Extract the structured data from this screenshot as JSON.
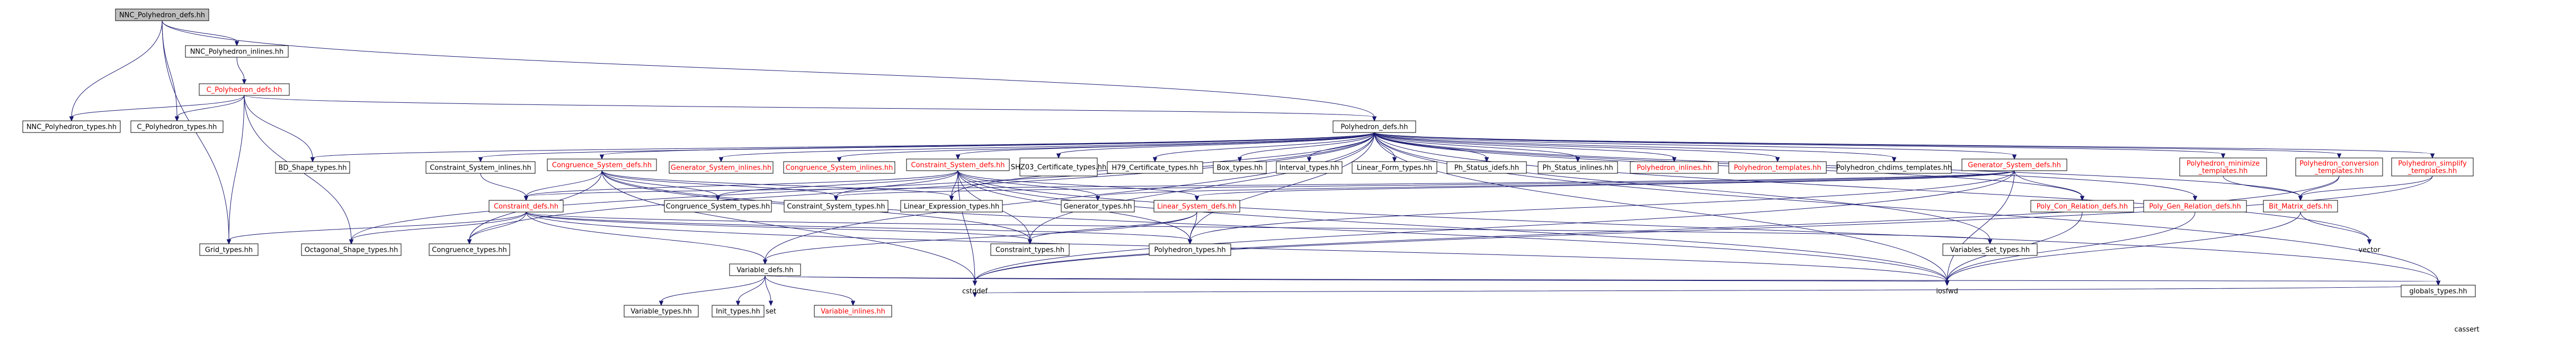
{
  "graph": {
    "nodes": [
      {
        "id": "root",
        "label": "NNC_Polyhedron_defs.hh",
        "style": "root"
      },
      {
        "id": "nncpi",
        "label": "NNC_Polyhedron_inlines.hh",
        "style": "normal"
      },
      {
        "id": "cpd",
        "label": "C_Polyhedron_defs.hh",
        "style": "red"
      },
      {
        "id": "nncpt",
        "label": "NNC_Polyhedron_types.hh",
        "style": "normal"
      },
      {
        "id": "cpt",
        "label": "C_Polyhedron_types.hh",
        "style": "normal"
      },
      {
        "id": "pd",
        "label": "Polyhedron_defs.hh",
        "style": "normal"
      },
      {
        "id": "bd",
        "label": "BD_Shape_types.hh",
        "style": "normal"
      },
      {
        "id": "csi",
        "label": "Constraint_System_inlines.hh",
        "style": "normal"
      },
      {
        "id": "congsd",
        "label": "Congruence_System_defs.hh",
        "style": "red"
      },
      {
        "id": "gsi",
        "label": "Generator_System_inlines.hh",
        "style": "red"
      },
      {
        "id": "congsi",
        "label": "Congruence_System_inlines.hh",
        "style": "red"
      },
      {
        "id": "csd",
        "label": "Constraint_System_defs.hh",
        "style": "red"
      },
      {
        "id": "shz",
        "label": "SHZ03_Certificate_types.hh",
        "style": "normal"
      },
      {
        "id": "h79",
        "label": "H79_Certificate_types.hh",
        "style": "normal"
      },
      {
        "id": "box",
        "label": "Box_types.hh",
        "style": "normal"
      },
      {
        "id": "interval",
        "label": "Interval_types.hh",
        "style": "normal"
      },
      {
        "id": "linform",
        "label": "Linear_Form_types.hh",
        "style": "normal"
      },
      {
        "id": "phsi",
        "label": "Ph_Status_idefs.hh",
        "style": "normal"
      },
      {
        "id": "phsin",
        "label": "Ph_Status_inlines.hh",
        "style": "normal"
      },
      {
        "id": "pin",
        "label": "Polyhedron_inlines.hh",
        "style": "red"
      },
      {
        "id": "ptpl",
        "label": "Polyhedron_templates.hh",
        "style": "red"
      },
      {
        "id": "pcht",
        "label": "Polyhedron_chdims_templates.hh",
        "style": "normal"
      },
      {
        "id": "gsd",
        "label": "Generator_System_defs.hh",
        "style": "red"
      },
      {
        "id": "pmin",
        "label": "Polyhedron_minimize\n_templates.hh",
        "style": "red"
      },
      {
        "id": "pconv",
        "label": "Polyhedron_conversion\n_templates.hh",
        "style": "red"
      },
      {
        "id": "psimp",
        "label": "Polyhedron_simplify\n_templates.hh",
        "style": "red"
      },
      {
        "id": "cd",
        "label": "Constraint_defs.hh",
        "style": "red"
      },
      {
        "id": "congst",
        "label": "Congruence_System_types.hh",
        "style": "normal"
      },
      {
        "id": "cst",
        "label": "Constraint_System_types.hh",
        "style": "normal"
      },
      {
        "id": "let",
        "label": "Linear_Expression_types.hh",
        "style": "normal"
      },
      {
        "id": "gt",
        "label": "Generator_types.hh",
        "style": "normal"
      },
      {
        "id": "lsd",
        "label": "Linear_System_defs.hh",
        "style": "red"
      },
      {
        "id": "pcrd",
        "label": "Poly_Con_Relation_defs.hh",
        "style": "red"
      },
      {
        "id": "pgrd",
        "label": "Poly_Gen_Relation_defs.hh",
        "style": "red"
      },
      {
        "id": "bmd",
        "label": "Bit_Matrix_defs.hh",
        "style": "red"
      },
      {
        "id": "grid",
        "label": "Grid_types.hh",
        "style": "normal"
      },
      {
        "id": "oct",
        "label": "Octagonal_Shape_types.hh",
        "style": "normal"
      },
      {
        "id": "congt",
        "label": "Congruence_types.hh",
        "style": "normal"
      },
      {
        "id": "ct",
        "label": "Constraint_types.hh",
        "style": "normal"
      },
      {
        "id": "pt",
        "label": "Polyhedron_types.hh",
        "style": "normal"
      },
      {
        "id": "vst",
        "label": "Variables_Set_types.hh",
        "style": "normal"
      },
      {
        "id": "vector",
        "label": "vector",
        "style": "plain"
      },
      {
        "id": "vd",
        "label": "Variable_defs.hh",
        "style": "normal"
      },
      {
        "id": "cstddef",
        "label": "cstddef",
        "style": "plain"
      },
      {
        "id": "globals",
        "label": "globals_types.hh",
        "style": "normal"
      },
      {
        "id": "vt",
        "label": "Variable_types.hh",
        "style": "normal"
      },
      {
        "id": "initt",
        "label": "Init_types.hh",
        "style": "normal"
      },
      {
        "id": "iosfwd",
        "label": "iosfwd",
        "style": "plain"
      },
      {
        "id": "vin",
        "label": "Variable_inlines.hh",
        "style": "red"
      },
      {
        "id": "cassert",
        "label": "cassert",
        "style": "plain"
      }
    ],
    "edges": [
      [
        "root",
        "nncpi"
      ],
      [
        "root",
        "nncpt"
      ],
      [
        "root",
        "cpt"
      ],
      [
        "root",
        "pd"
      ],
      [
        "root",
        "grid"
      ],
      [
        "nncpi",
        "cpd"
      ],
      [
        "cpd",
        "nncpt"
      ],
      [
        "cpd",
        "cpt"
      ],
      [
        "cpd",
        "pd"
      ],
      [
        "cpd",
        "bd"
      ],
      [
        "cpd",
        "grid"
      ],
      [
        "cpd",
        "oct"
      ],
      [
        "pd",
        "bd"
      ],
      [
        "pd",
        "csi"
      ],
      [
        "pd",
        "congsd"
      ],
      [
        "pd",
        "gsi"
      ],
      [
        "pd",
        "congsi"
      ],
      [
        "pd",
        "csd"
      ],
      [
        "pd",
        "shz"
      ],
      [
        "pd",
        "h79"
      ],
      [
        "pd",
        "box"
      ],
      [
        "pd",
        "interval"
      ],
      [
        "pd",
        "linform"
      ],
      [
        "pd",
        "phsi"
      ],
      [
        "pd",
        "phsin"
      ],
      [
        "pd",
        "pin"
      ],
      [
        "pd",
        "ptpl"
      ],
      [
        "pd",
        "pcht"
      ],
      [
        "pd",
        "gsd"
      ],
      [
        "pd",
        "pmin"
      ],
      [
        "pd",
        "pconv"
      ],
      [
        "pd",
        "psimp"
      ],
      [
        "pd",
        "bmd"
      ],
      [
        "pd",
        "pcrd"
      ],
      [
        "pd",
        "pgrd"
      ],
      [
        "pd",
        "vector"
      ],
      [
        "pd",
        "globals"
      ],
      [
        "pd",
        "oct"
      ],
      [
        "pd",
        "congt"
      ],
      [
        "pd",
        "iosfwd"
      ],
      [
        "pd",
        "vst"
      ],
      [
        "pd",
        "pt"
      ],
      [
        "pd",
        "vd"
      ],
      [
        "pd",
        "let"
      ],
      [
        "pd",
        "ct"
      ],
      [
        "csi",
        "cd"
      ],
      [
        "congsd",
        "cd"
      ],
      [
        "congsd",
        "congst"
      ],
      [
        "congsd",
        "cst"
      ],
      [
        "congsd",
        "let"
      ],
      [
        "congsd",
        "ct"
      ],
      [
        "congsd",
        "congt"
      ],
      [
        "congsd",
        "iosfwd"
      ],
      [
        "congsd",
        "cstddef"
      ],
      [
        "csd",
        "congst"
      ],
      [
        "csd",
        "cst"
      ],
      [
        "csd",
        "let"
      ],
      [
        "csd",
        "gt"
      ],
      [
        "csd",
        "lsd"
      ],
      [
        "csd",
        "ct"
      ],
      [
        "csd",
        "pt"
      ],
      [
        "csd",
        "iosfwd"
      ],
      [
        "csd",
        "cstddef"
      ],
      [
        "csd",
        "cd"
      ],
      [
        "csd",
        "globals"
      ],
      [
        "gsd",
        "lsd"
      ],
      [
        "gsd",
        "gt"
      ],
      [
        "gsd",
        "cst"
      ],
      [
        "gsd",
        "pcrd"
      ],
      [
        "gsd",
        "pt"
      ],
      [
        "gsd",
        "iosfwd"
      ],
      [
        "gsd",
        "cstddef"
      ],
      [
        "gsd",
        "cd"
      ],
      [
        "pmin",
        "bmd"
      ],
      [
        "pconv",
        "bmd"
      ],
      [
        "psimp",
        "bmd"
      ],
      [
        "psimp",
        "cstddef"
      ],
      [
        "pconv",
        "cstddef"
      ],
      [
        "cd",
        "grid"
      ],
      [
        "cd",
        "oct"
      ],
      [
        "cd",
        "congt"
      ],
      [
        "cd",
        "ct"
      ],
      [
        "cd",
        "pt"
      ],
      [
        "cd",
        "vd"
      ],
      [
        "cd",
        "vst"
      ],
      [
        "cd",
        "iosfwd"
      ],
      [
        "lsd",
        "ct"
      ],
      [
        "lsd",
        "pt"
      ],
      [
        "lsd",
        "vd"
      ],
      [
        "pcrd",
        "iosfwd"
      ],
      [
        "pgrd",
        "iosfwd"
      ],
      [
        "bmd",
        "vector"
      ],
      [
        "bmd",
        "iosfwd"
      ],
      [
        "vd",
        "vt"
      ],
      [
        "vd",
        "initt"
      ],
      [
        "vd",
        "iosfwd"
      ],
      [
        "vd",
        "set"
      ],
      [
        "vd",
        "vin"
      ],
      [
        "vd",
        "globals"
      ],
      [
        "globals",
        "cstddef"
      ]
    ]
  },
  "extra_plain": [
    {
      "id": "set",
      "label": "set",
      "style": "plain"
    }
  ],
  "colors": {
    "edge": "#191970",
    "root_fill": "#bfbfbf",
    "node_fill": "#ffffff",
    "red_text": "#ff0000",
    "text": "#000000"
  }
}
